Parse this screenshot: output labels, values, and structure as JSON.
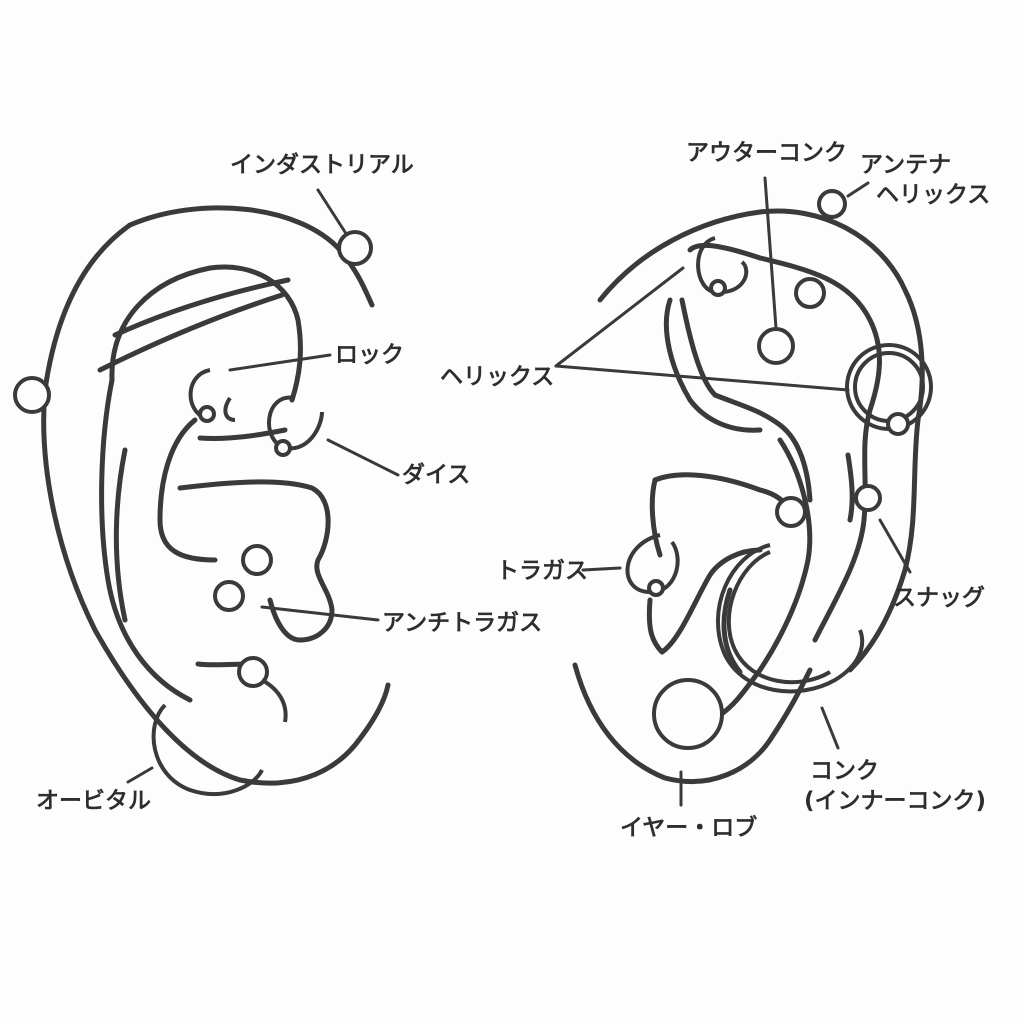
{
  "left_ear": {
    "labels": {
      "industrial": "インダストリアル",
      "rook": "ロック",
      "daith": "ダイス",
      "antitragus": "アンチトラガス",
      "orbital": "オービタル"
    }
  },
  "right_ear": {
    "labels": {
      "outer_conch": "アウターコンク",
      "antenna_helix_line1": "アンテナ",
      "antenna_helix_line2": "ヘリックス",
      "helix": "ヘリックス",
      "tragus": "トラガス",
      "snug": "スナッグ",
      "conch_line1": "コンク",
      "conch_line2": "(インナーコンク)",
      "ear_lobe": "イヤー・ロブ"
    }
  }
}
